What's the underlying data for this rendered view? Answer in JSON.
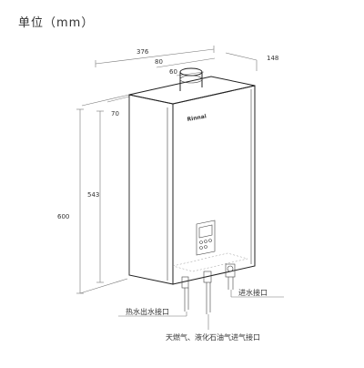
{
  "title": "单位（mm）",
  "brand": "Rinnai",
  "dimensions": {
    "total_width": "376",
    "flue_offset": "80",
    "flue_diameter": "60",
    "depth": "148",
    "side_offset": "70",
    "total_height": "600",
    "body_height": "543"
  },
  "callouts": {
    "hot_water_outlet": "热水出水接口",
    "gas_inlet": "天燃气、液化石油气进气接口",
    "water_inlet": "进水接口"
  }
}
